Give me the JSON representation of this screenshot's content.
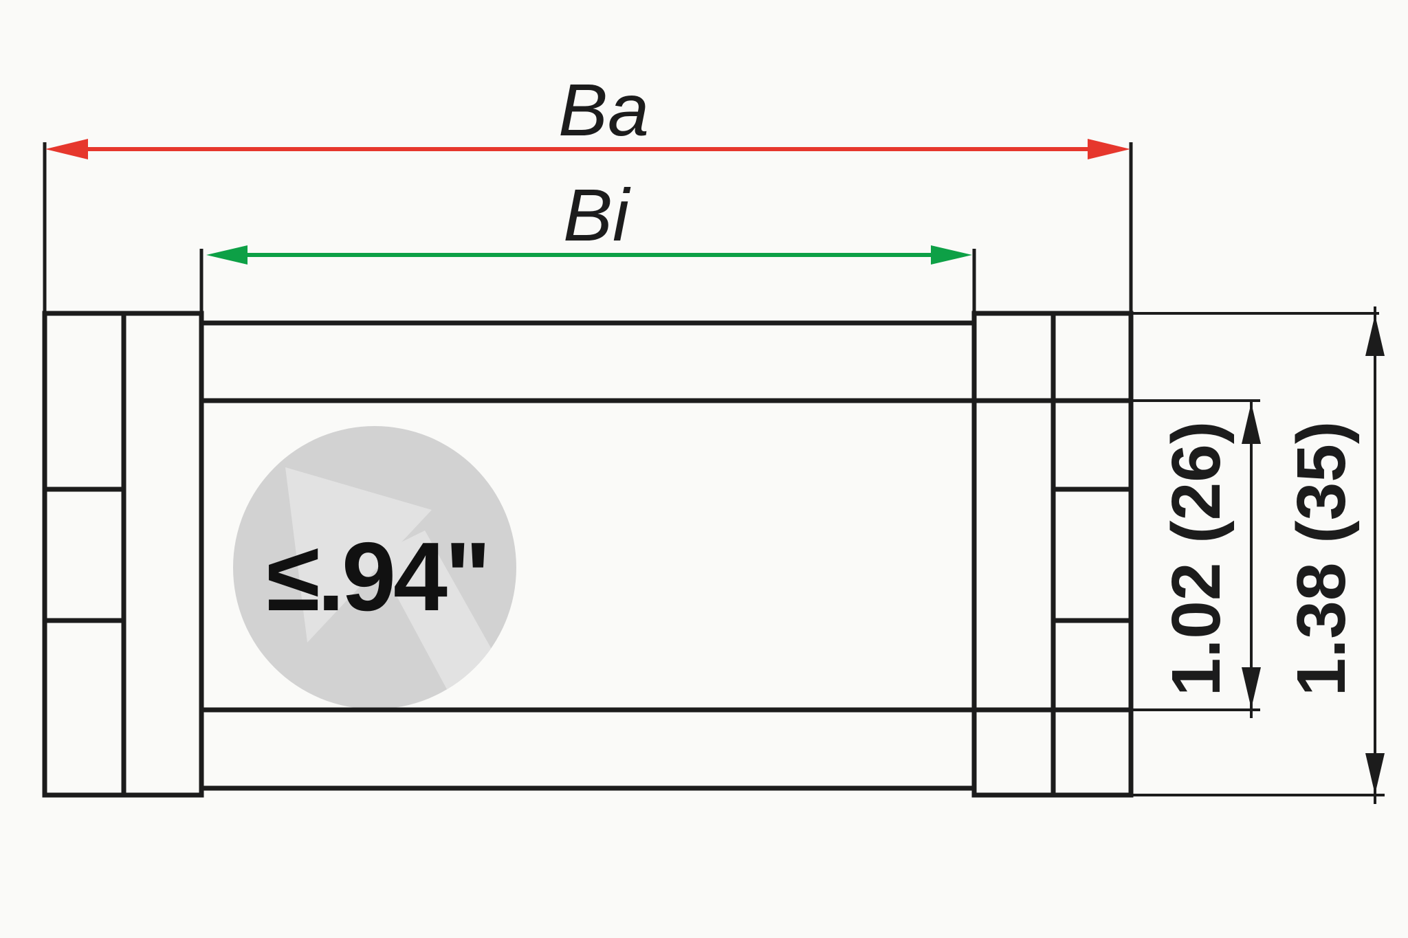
{
  "diagram": {
    "type": "technical-dimension-drawing",
    "part": "cable-carrier-cross-section",
    "labels": {
      "outer_width": "Ba",
      "inner_width": "Bi",
      "inner_height": "1.02 (26)",
      "outer_height": "1.38 (35)",
      "max_cable_diameter": "≤.94\""
    },
    "colors": {
      "outer_width_red": "#e6372d",
      "inner_width_green": "#0da046",
      "line_black": "#1c1c1c",
      "circle_gray": "#d2d2d2",
      "watermark_gray": "#e2e2e2",
      "background": "#fafaf8"
    }
  }
}
